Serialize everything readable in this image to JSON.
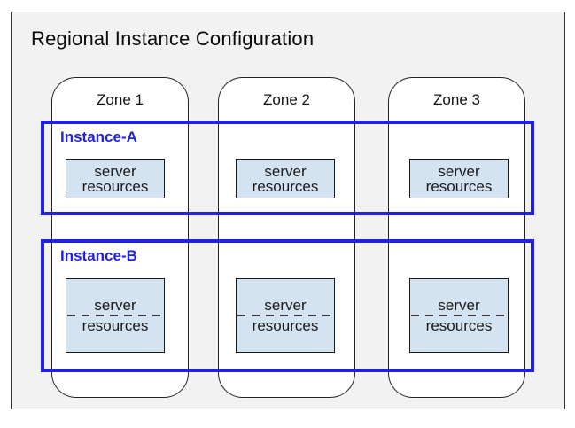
{
  "diagram": {
    "title": "Regional Instance Configuration",
    "zones": [
      {
        "label": "Zone 1"
      },
      {
        "label": "Zone 2"
      },
      {
        "label": "Zone 3"
      }
    ],
    "instances": [
      {
        "label": "Instance-A"
      },
      {
        "label": "Instance-B"
      }
    ],
    "resource_box": {
      "line1": "server",
      "line2": "resources"
    },
    "colors": {
      "instance_blue": "#2222dd",
      "resource_fill": "#d3e3f2",
      "region_fill": "#f2f2f2",
      "border_dark": "#333333"
    }
  }
}
